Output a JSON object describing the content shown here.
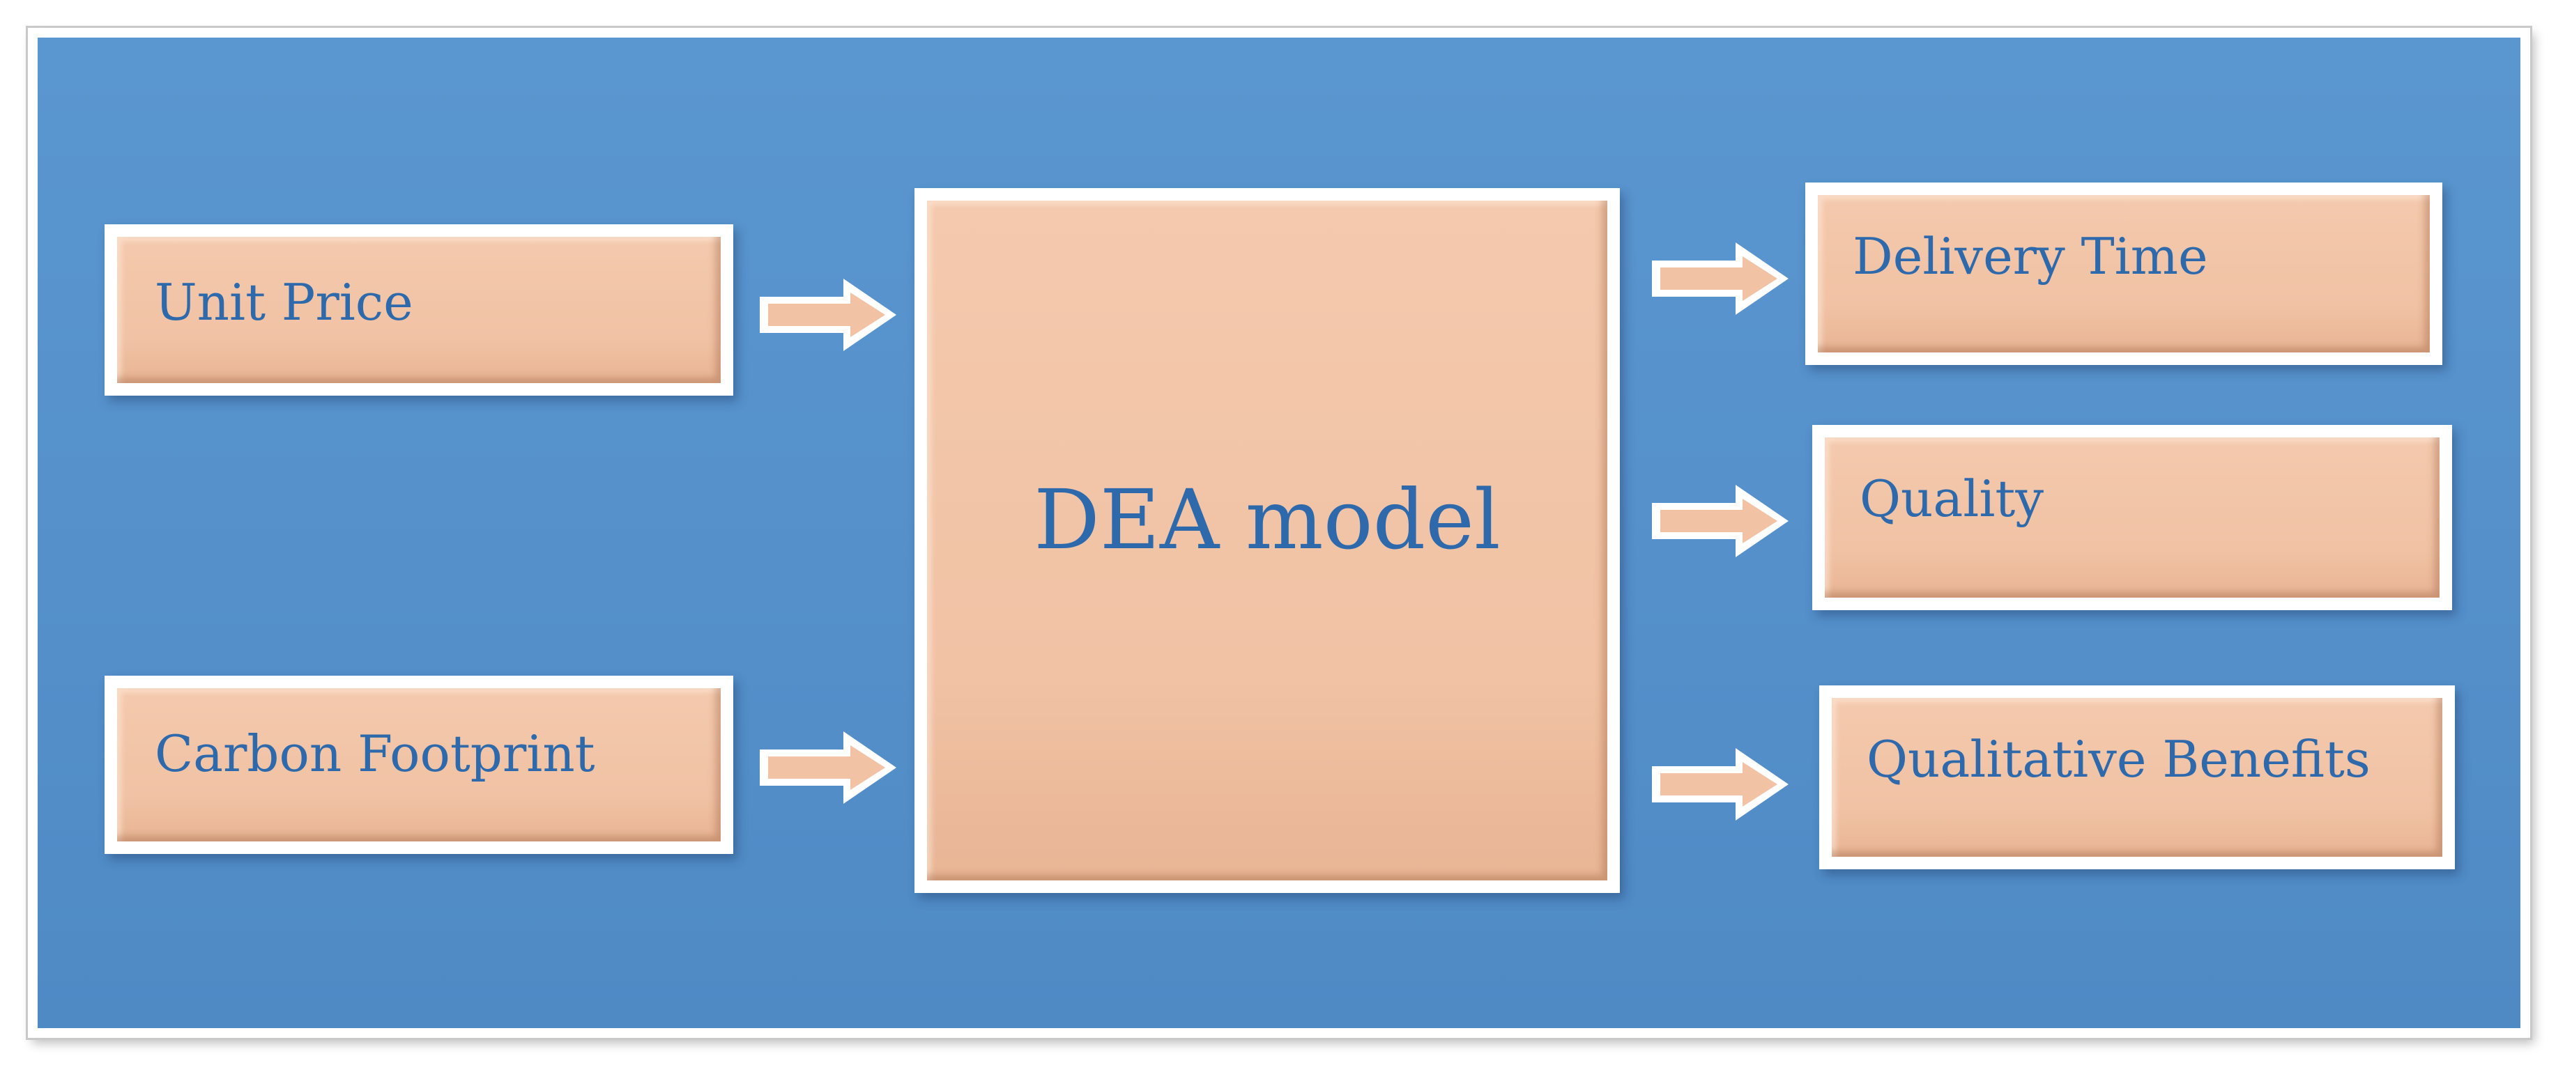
{
  "diagram": {
    "inputs": [
      {
        "label": "Unit Price"
      },
      {
        "label": "Carbon Footprint"
      }
    ],
    "center": {
      "label": "DEA model"
    },
    "outputs": [
      {
        "label": "Delivery Time"
      },
      {
        "label": "Quality"
      },
      {
        "label": "Qualitative Benefits"
      }
    ],
    "colors": {
      "background": "#5590cb",
      "box_fill": "#f1c2a4",
      "box_border": "#ffffff",
      "text": "#2e6aab",
      "arrow_fill": "#f1c2a4"
    }
  }
}
